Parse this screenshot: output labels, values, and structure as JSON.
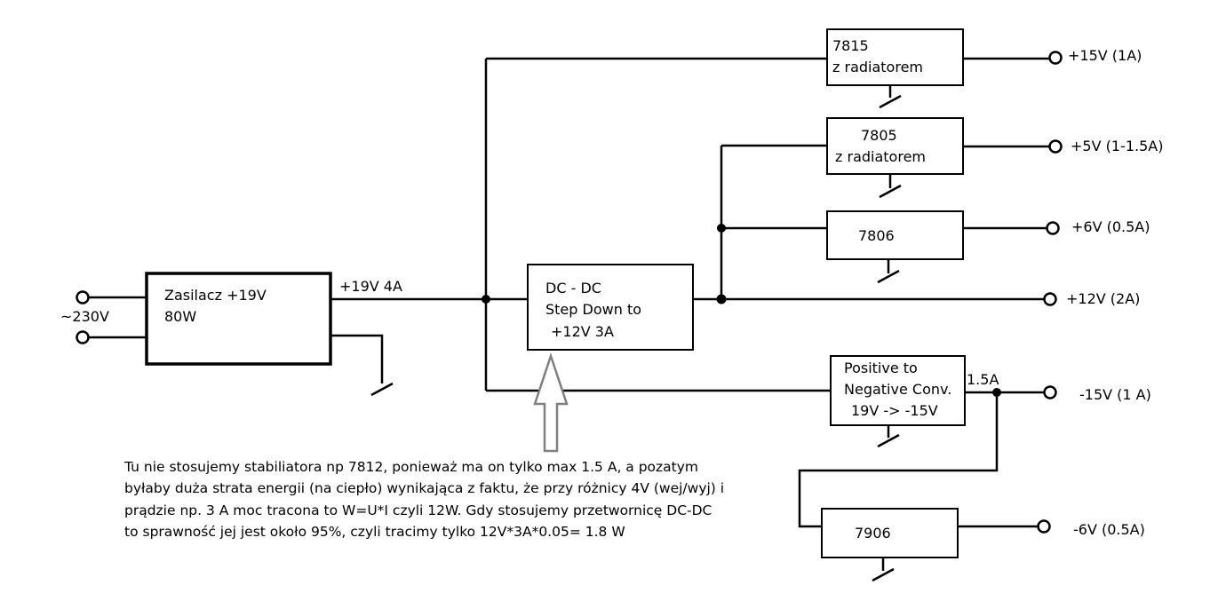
{
  "input": {
    "label": "~230V"
  },
  "psu": {
    "line1": "Zasilacz   +19V",
    "line2": "80W"
  },
  "bus_label": "+19V 4A",
  "dcdc": {
    "line1": "DC - DC",
    "line2": "Step Down to",
    "line3": "+12V  3A"
  },
  "reg_7815": {
    "line1": "7815",
    "line2": "z radiatorem"
  },
  "reg_7805": {
    "line1": "7805",
    "line2": "z radiatorem"
  },
  "reg_7806": {
    "label": "7806"
  },
  "converter": {
    "line1": "Positive to",
    "line2": "Negative Conv.",
    "line3": "19V -> -15V"
  },
  "current_label": "1.5A",
  "reg_7906": {
    "label": "7906"
  },
  "outputs": {
    "p15": "+15V (1A)",
    "p5": "+5V (1-1.5A)",
    "p6": "+6V  (0.5A)",
    "p12": "+12V  (2A)",
    "n15": "-15V (1 A)",
    "n6": "-6V (0.5A)"
  },
  "note": [
    "Tu nie stosujemy stabiliatora np 7812, ponieważ ma on tylko max 1.5 A, a pozatym",
    "byłaby duża strata energii (na ciepło) wynikająca z faktu, że przy różnicy 4V (wej/wyj) i",
    "prądzie np. 3 A moc tracona to W=U*I czyli 12W. Gdy stosujemy przetwornicę DC-DC",
    "to sprawność jej jest około 95%, czyli tracimy tylko 12V*3A*0.05= 1.8 W"
  ]
}
